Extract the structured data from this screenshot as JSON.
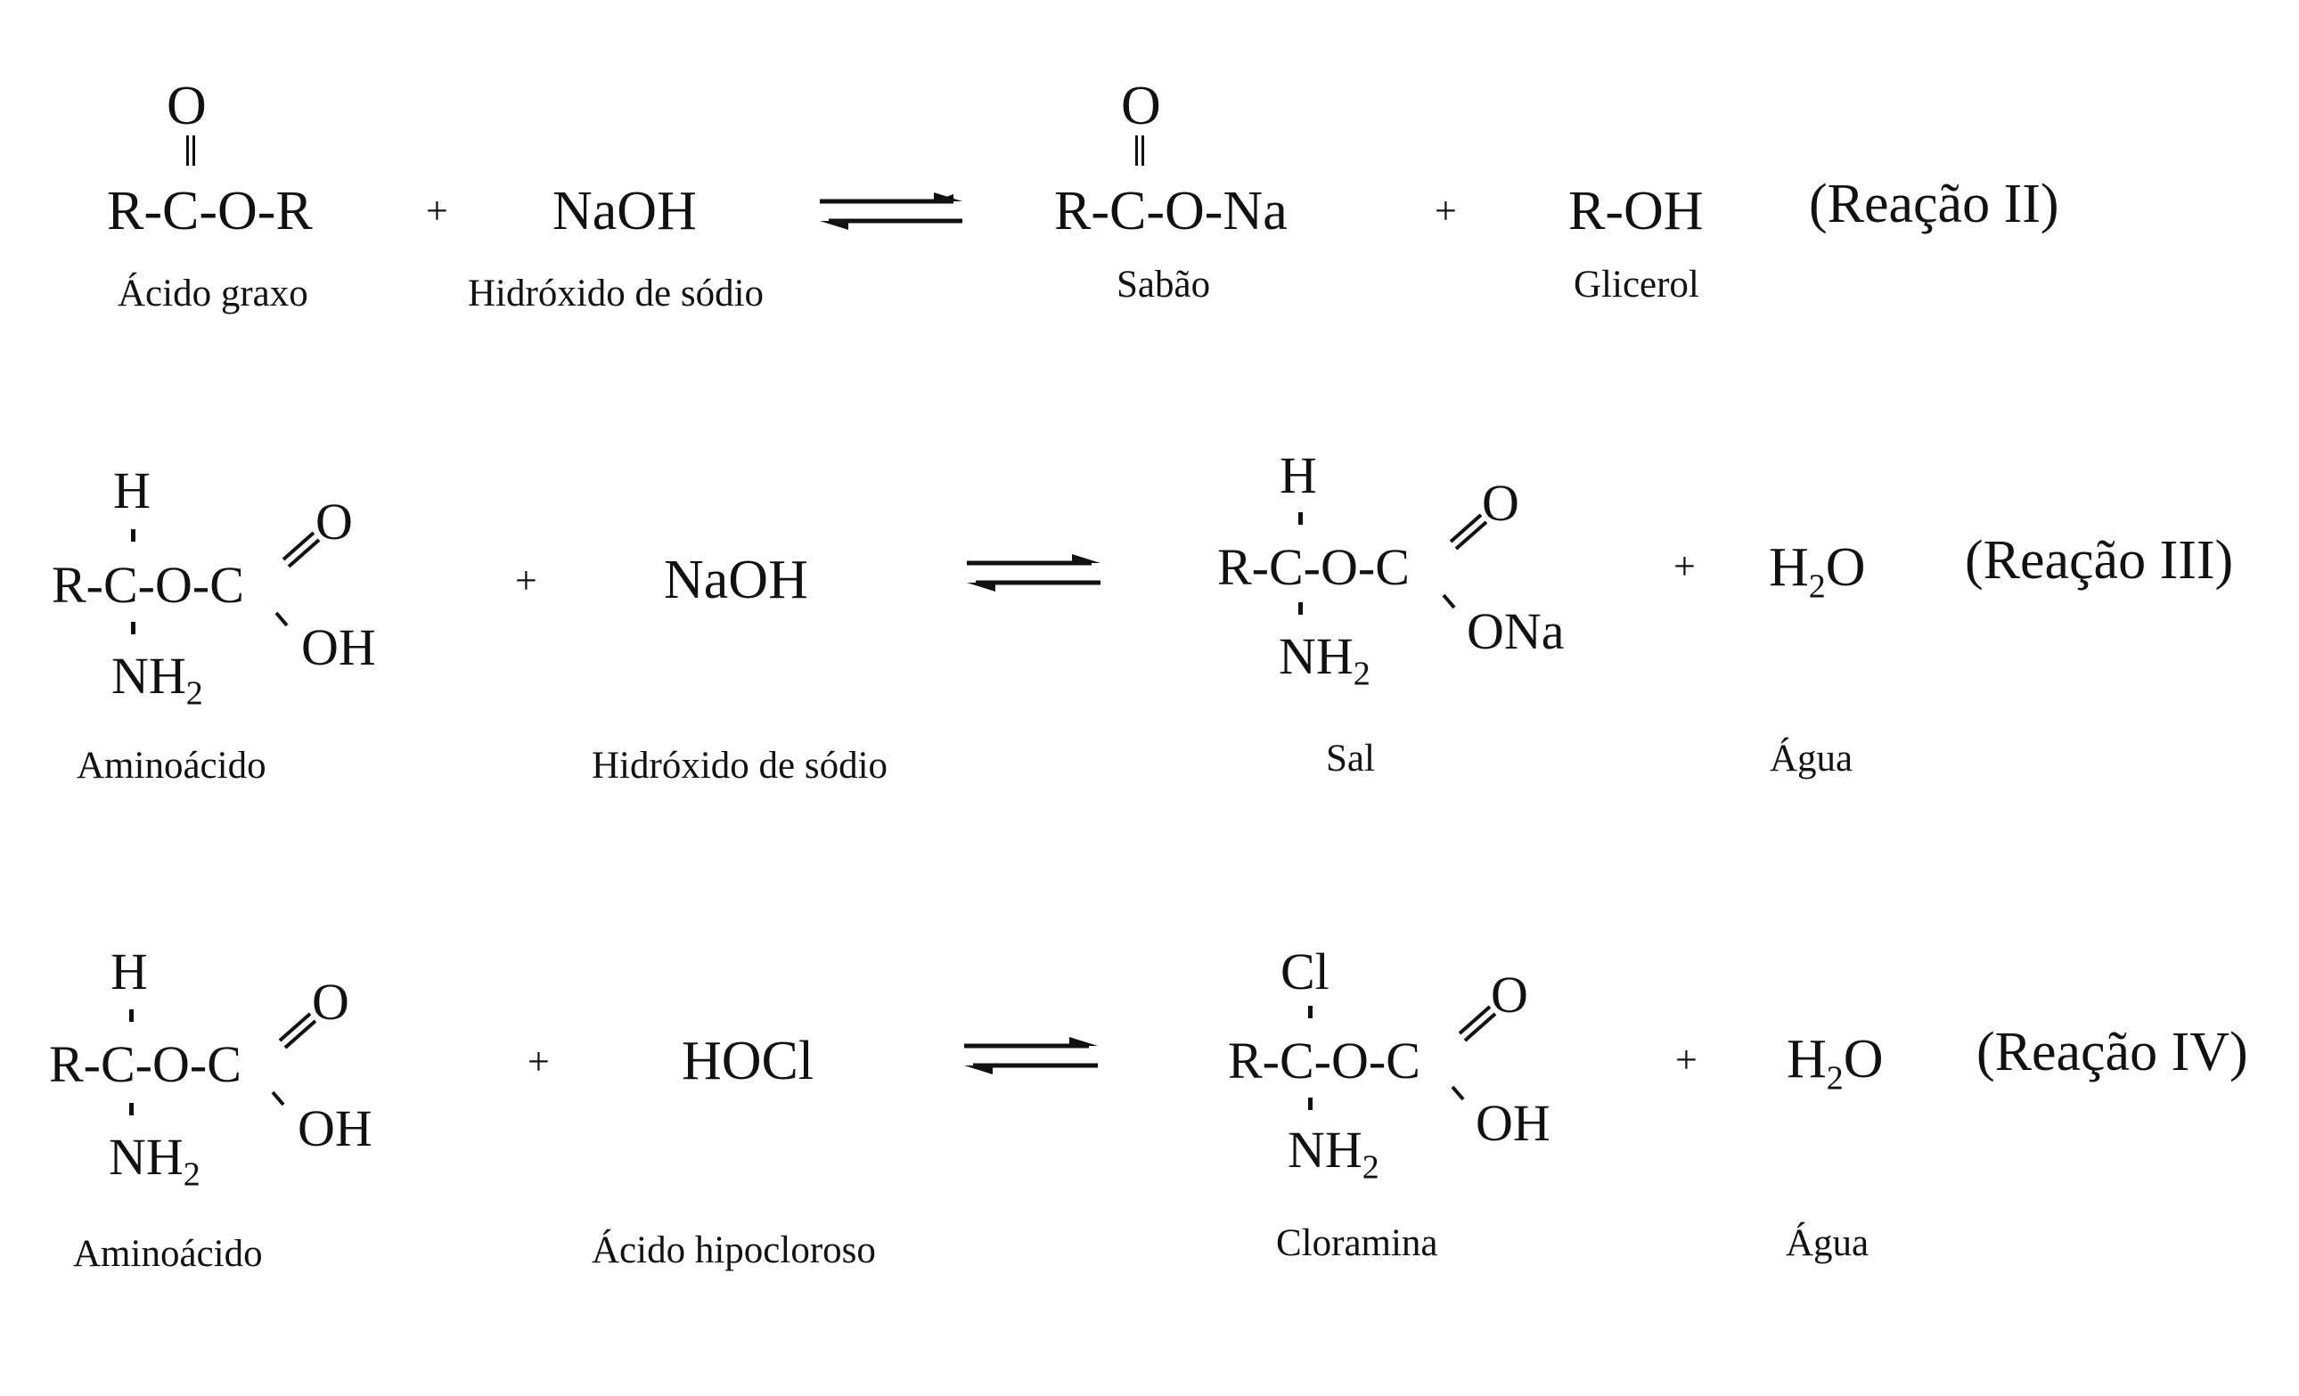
{
  "reactions": [
    {
      "tag": "(Reação II)",
      "reactant1": {
        "formula": "R-C-O-R",
        "top_atom": "O",
        "name": "Ácido graxo"
      },
      "plus1": "+",
      "reactant2": {
        "formula": "NaOH",
        "name": "Hidróxido de sódio"
      },
      "product1": {
        "formula": "R-C-O-Na",
        "top_atom": "O",
        "name": "Sabão"
      },
      "plus2": "+",
      "product2": {
        "formula": "R-OH",
        "name": "Glicerol"
      }
    },
    {
      "tag": "(Reação III)",
      "reactant1": {
        "top_atom": "H",
        "chain": "R-C-O-C",
        "carbonyl_o": "O",
        "side": "OH",
        "bottom": "NH",
        "bottom_sub": "2",
        "name": "Aminoácido"
      },
      "plus1": "+",
      "reactant2": {
        "formula": "NaOH",
        "name": "Hidróxido de sódio"
      },
      "product1": {
        "top_atom": "H",
        "chain": "R-C-O-C",
        "carbonyl_o": "O",
        "side": "ONa",
        "bottom": "NH",
        "bottom_sub": "2",
        "name": "Sal"
      },
      "plus2": "+",
      "product2": {
        "pre": "H",
        "sub": "2",
        "post": "O",
        "name": "Água"
      }
    },
    {
      "tag": "(Reação IV)",
      "reactant1": {
        "top_atom": "H",
        "chain": "R-C-O-C",
        "carbonyl_o": "O",
        "side": "OH",
        "bottom": "NH",
        "bottom_sub": "2",
        "name": "Aminoácido"
      },
      "plus1": "+",
      "reactant2": {
        "formula": "HOCl",
        "name": "Ácido hipocloroso"
      },
      "product1": {
        "top_atom": "Cl",
        "chain": "R-C-O-C",
        "carbonyl_o": "O",
        "side": "OH",
        "bottom": "NH",
        "bottom_sub": "2",
        "name": "Cloramina"
      },
      "plus2": "+",
      "product2": {
        "pre": "H",
        "sub": "2",
        "post": "O",
        "name": "Água"
      }
    }
  ]
}
